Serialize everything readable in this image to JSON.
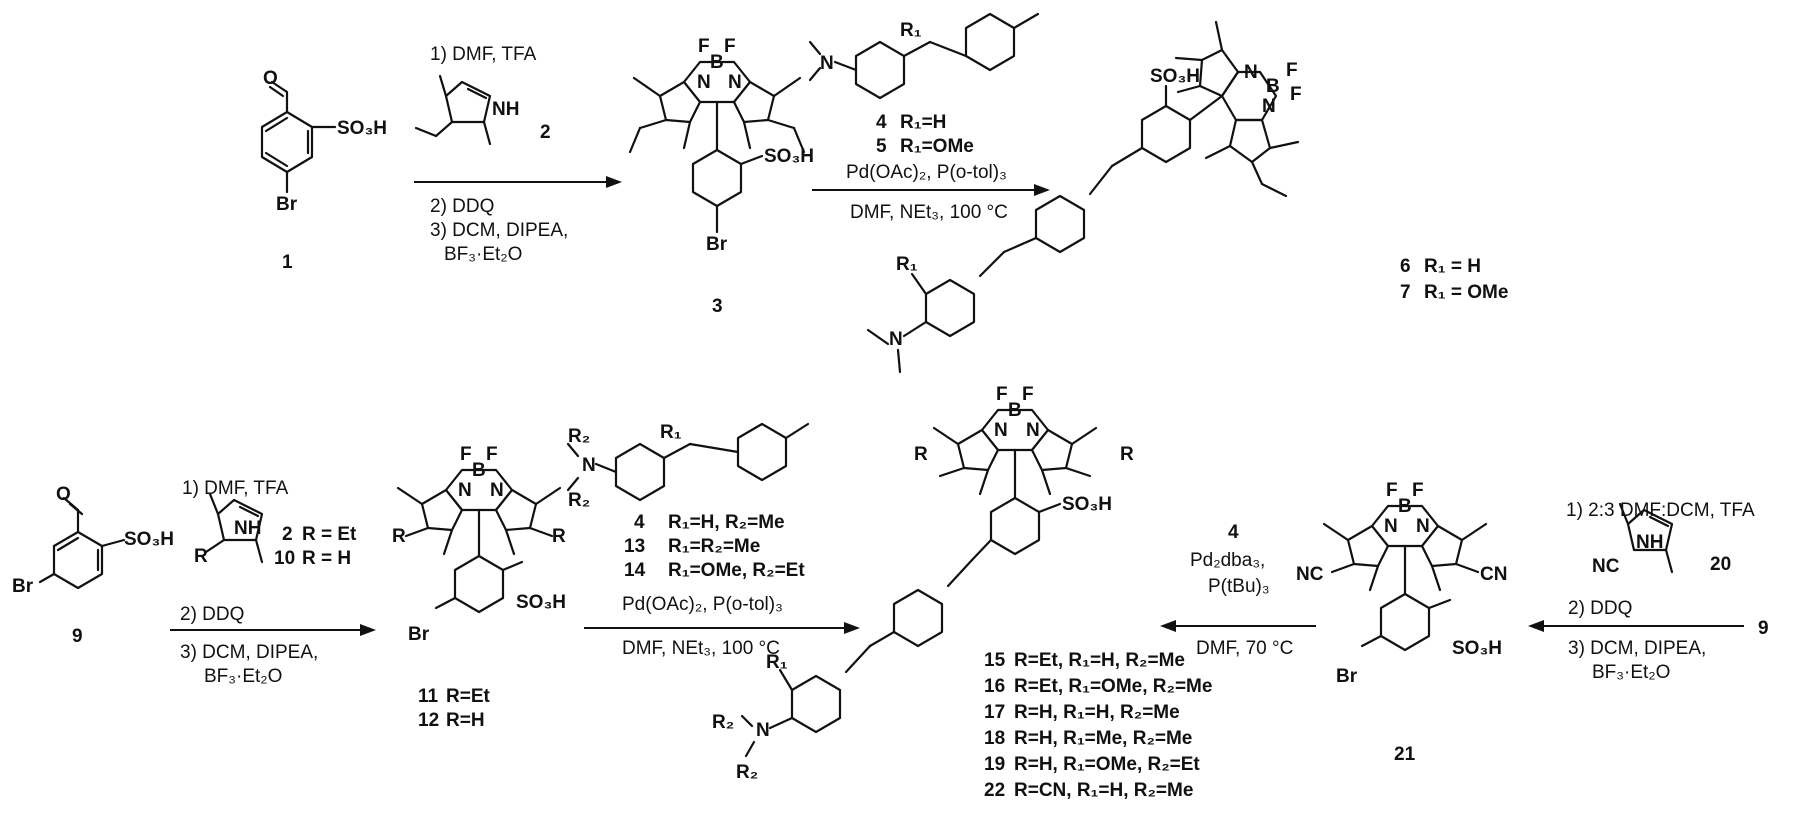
{
  "compounds": {
    "c1": "1",
    "c2a": "2",
    "c3": "3",
    "c67": [
      "6",
      "R₁ = H",
      "7",
      "R₁ = OMe"
    ],
    "c9": "9",
    "c1112": [
      "11",
      "R=Et",
      "12",
      "R=H"
    ],
    "c21": "21",
    "c2b": [
      "2",
      "R = Et",
      "10",
      "R = H"
    ],
    "c20": "20"
  },
  "reagents_top_4_5": [
    "4",
    "R₁=H",
    "5",
    "R₁=OMe"
  ],
  "reagents_mid_4_13_14": [
    "4",
    "R₁=H, R₂=Me",
    "13",
    "R₁=R₂=Me",
    "14",
    "R₁=OMe, R₂=Et"
  ],
  "products_15_22": [
    {
      "num": "15",
      "desc": "R=Et, R₁=H, R₂=Me"
    },
    {
      "num": "16",
      "desc": "R=Et, R₁=OMe, R₂=Me"
    },
    {
      "num": "17",
      "desc": "R=H, R₁=H, R₂=Me"
    },
    {
      "num": "18",
      "desc": "R=H, R₁=Me, R₂=Me"
    },
    {
      "num": "19",
      "desc": "R=H, R₁=OMe, R₂=Et"
    },
    {
      "num": "22",
      "desc": "R=CN, R₁=H, R₂=Me"
    }
  ],
  "arrows": {
    "a1": {
      "above": [
        "1) DMF, TFA"
      ],
      "below": [
        "2) DDQ",
        "3) DCM, DIPEA,",
        "BF₃·Et₂O"
      ]
    },
    "a2": {
      "above": [
        "Pd(OAc)₂, P(o-tol)₃"
      ],
      "below": [
        "DMF, NEt₃, 100 °C"
      ]
    },
    "a3": {
      "above": [
        "1) DMF, TFA"
      ],
      "below": [
        "2) DDQ",
        "3) DCM, DIPEA,",
        "BF₃·Et₂O"
      ]
    },
    "a4": {
      "above": [
        "Pd(OAc)₂, P(o-tol)₃"
      ],
      "below": [
        "DMF, NEt₃, 100 °C"
      ]
    },
    "a5": {
      "above": [
        "4",
        "Pd₂dba₃,",
        "P(tBu)₃"
      ],
      "below": [
        "DMF, 70 °C"
      ]
    },
    "a6": {
      "above": [
        "1) 2:3 DMF:DCM, TFA"
      ],
      "below": [
        "2) DDQ",
        "3) DCM, DIPEA,",
        "BF₃·Et₂O"
      ]
    }
  },
  "atoms": {
    "N": "N",
    "B": "B",
    "F": "F",
    "NH": "NH",
    "Br": "Br",
    "SO3H": "SO₃H",
    "O": "O",
    "R": "R",
    "R1": "R₁",
    "R2": "R₂",
    "CN": "CN",
    "NC": "NC"
  }
}
